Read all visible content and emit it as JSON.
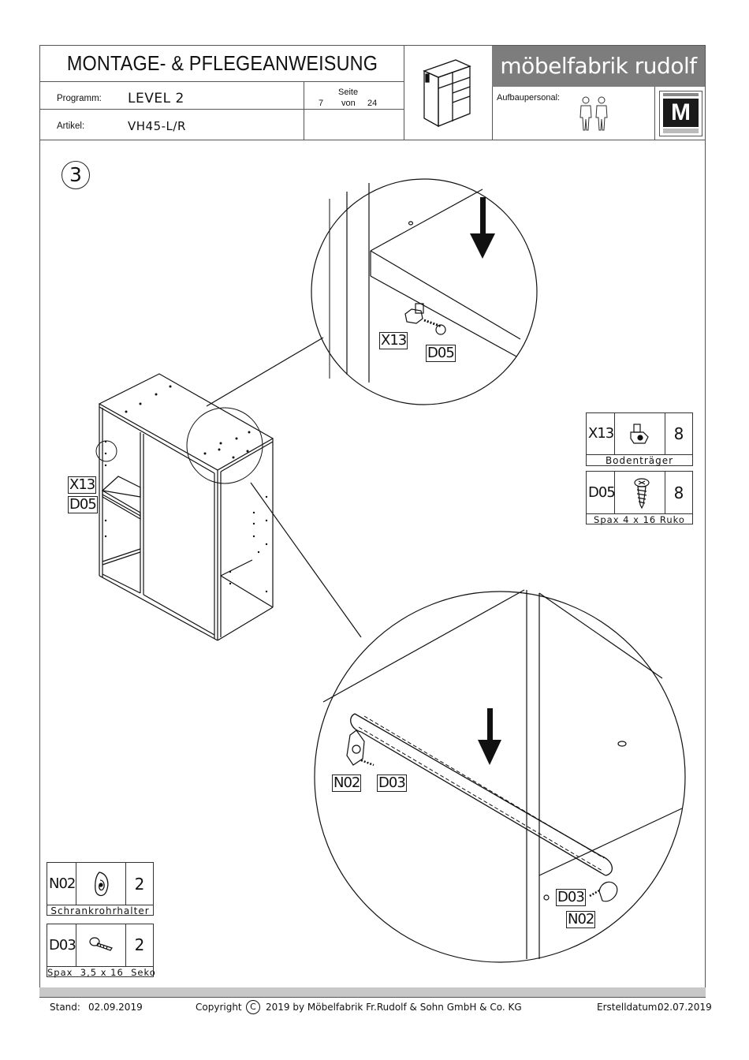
{
  "header": {
    "title": "MONTAGE- & PFLEGEANWEISUNG",
    "brand": "möbelfabrik rudolf",
    "programm_label": "Programm:",
    "programm_value": "LEVEL 2",
    "artikel_label": "Artikel:",
    "artikel_value": "VH45-L/R",
    "seite_label": "Seite",
    "page_current": "7",
    "page_of": "von",
    "page_total": "24",
    "aufbau_label": "Aufbaupersonal:",
    "personnel_icon": "two-persons-icon",
    "seal_icon": "quality-seal-M-icon"
  },
  "step": {
    "number": "3"
  },
  "callouts": {
    "top_x13": "X13",
    "top_d05": "D05",
    "cab_x13": "X13",
    "cab_d05": "D05",
    "bottom_n02_left": "N02",
    "bottom_d03_left": "D03",
    "bottom_d03_right": "D03",
    "bottom_n02_right": "N02"
  },
  "parts": [
    {
      "code": "X13",
      "qty": "8",
      "name": "Bodenträger",
      "icon": "shelf-support-icon"
    },
    {
      "code": "D05",
      "qty": "8",
      "name": "Spax 4 x 16 Ruko",
      "icon": "screw-icon"
    },
    {
      "code": "N02",
      "qty": "2",
      "name": "Schrankrohrhalter",
      "icon": "rail-holder-icon"
    },
    {
      "code": "D03",
      "qty": "2",
      "name": "Spax  3,5 x 16  Seko",
      "icon": "small-screw-icon"
    }
  ],
  "footer": {
    "stand_label": "Stand:",
    "stand_date": "02.09.2019",
    "copyright_label": "Copyright",
    "copyright_symbol": "C",
    "copyright_text": "2019  by Möbelfabrik Fr.Rudolf & Sohn GmbH & Co. KG",
    "erstell_label": "Erstelldatum:",
    "erstell_date": "02.07.2019"
  }
}
